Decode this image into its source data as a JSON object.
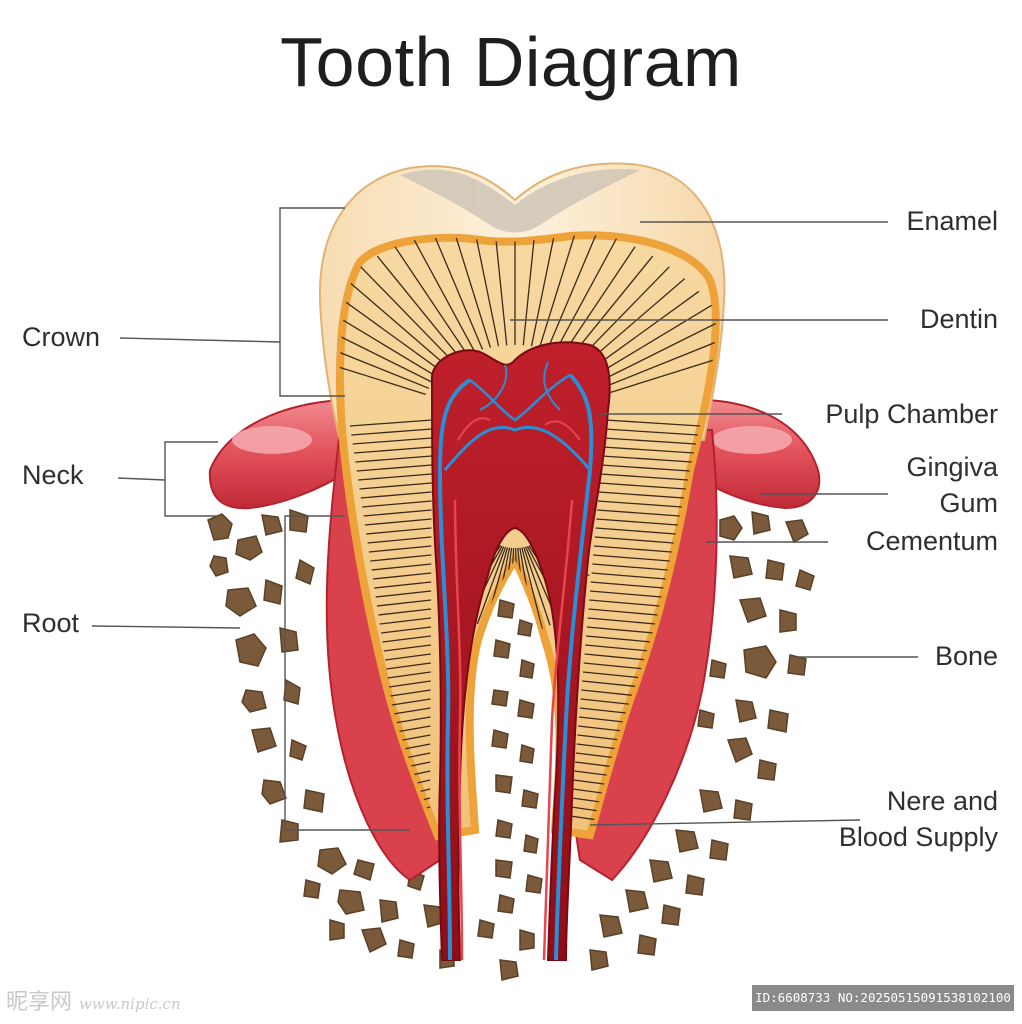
{
  "title": "Tooth Diagram",
  "labels": {
    "crown": "Crown",
    "neck": "Neck",
    "root": "Root",
    "enamel": "Enamel",
    "dentin": "Dentin",
    "pulp_chamber": "Pulp Chamber",
    "gingiva": "Gingiva",
    "gum": "Gum",
    "cementum": "Cementum",
    "bone": "Bone",
    "nerve_line1": "Nere and",
    "nerve_line2": "Blood Supply"
  },
  "watermark": {
    "site_name": "昵享网",
    "site_url": "www.nipic.cn",
    "image_id": "ID:6608733 NO:20250515091538102100"
  },
  "colors": {
    "enamel": "#fbe6c4",
    "dentin": "#f5cf8f",
    "dentin_border": "#eea33a",
    "pulp": "#a8121c",
    "gum": "#d9424c",
    "bone": "#7a5a3a",
    "nerve": "#2a8fd6"
  }
}
